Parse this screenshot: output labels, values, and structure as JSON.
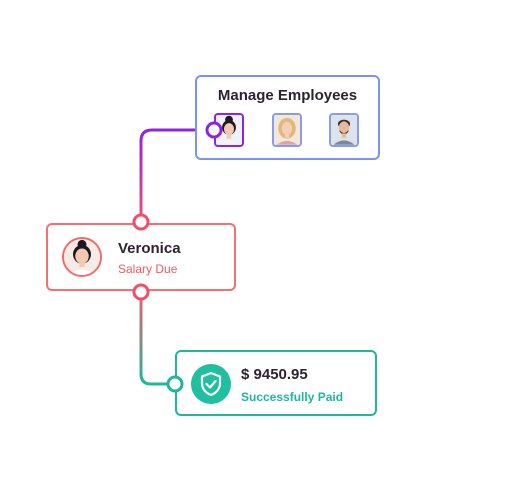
{
  "manage_employees": {
    "title": "Manage Employees",
    "employees": [
      {
        "avatar": "woman-bun-avatar",
        "selected": true
      },
      {
        "avatar": "woman-blonde-avatar",
        "selected": false
      },
      {
        "avatar": "man-avatar",
        "selected": false
      }
    ]
  },
  "employee": {
    "name": "Veronica",
    "status": "Salary Due",
    "avatar": "woman-bun-avatar"
  },
  "payment": {
    "amount": "$ 9450.95",
    "status": "Successfully Paid",
    "icon": "shield-check-icon"
  },
  "colors": {
    "manage_border": "#7b93f0",
    "employee_accent": "#f07272",
    "payment_accent": "#1fb79b",
    "connector_purple": "#8e24e0"
  }
}
